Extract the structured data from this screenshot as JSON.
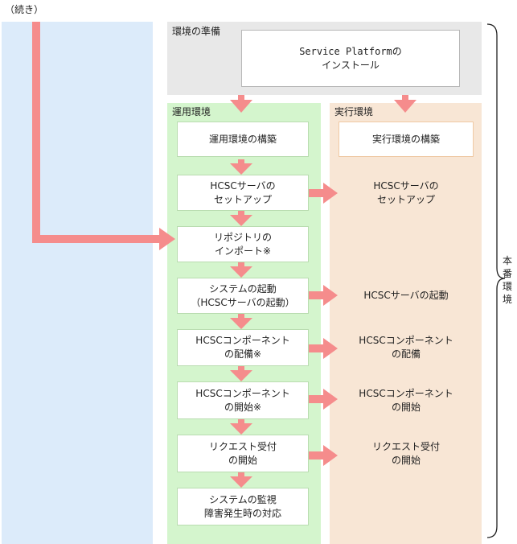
{
  "continued_label": "（続き）",
  "prep": {
    "title": "環境の準備",
    "install_label": "Service Platformの\nインストール"
  },
  "ops": {
    "title": "運用環境",
    "steps": [
      "運用環境の構築",
      "HCSCサーバの\nセットアップ",
      "リポジトリの\nインポート※",
      "システムの起動\n（HCSCサーバの起動）",
      "HCSCコンポーネント\nの配備※",
      "HCSCコンポーネント\nの開始※",
      "リクエスト受付\nの開始",
      "システムの監視\n障害発生時の対応"
    ]
  },
  "exec": {
    "title": "実行環境",
    "build_label": "実行環境の構築",
    "steps": [
      "HCSCサーバの\nセットアップ",
      "HCSCサーバの起動",
      "HCSCコンポーネント\nの配備",
      "HCSCコンポーネント\nの開始",
      "リクエスト受付\nの開始"
    ]
  },
  "production_label": "本\n番\n環\n境",
  "colors": {
    "left_panel": "#dcebfa",
    "prep_panel": "#e8e8e8",
    "ops_panel": "#d4f5cd",
    "exec_panel": "#f8e6d5",
    "arrow": "#f58c8c"
  }
}
